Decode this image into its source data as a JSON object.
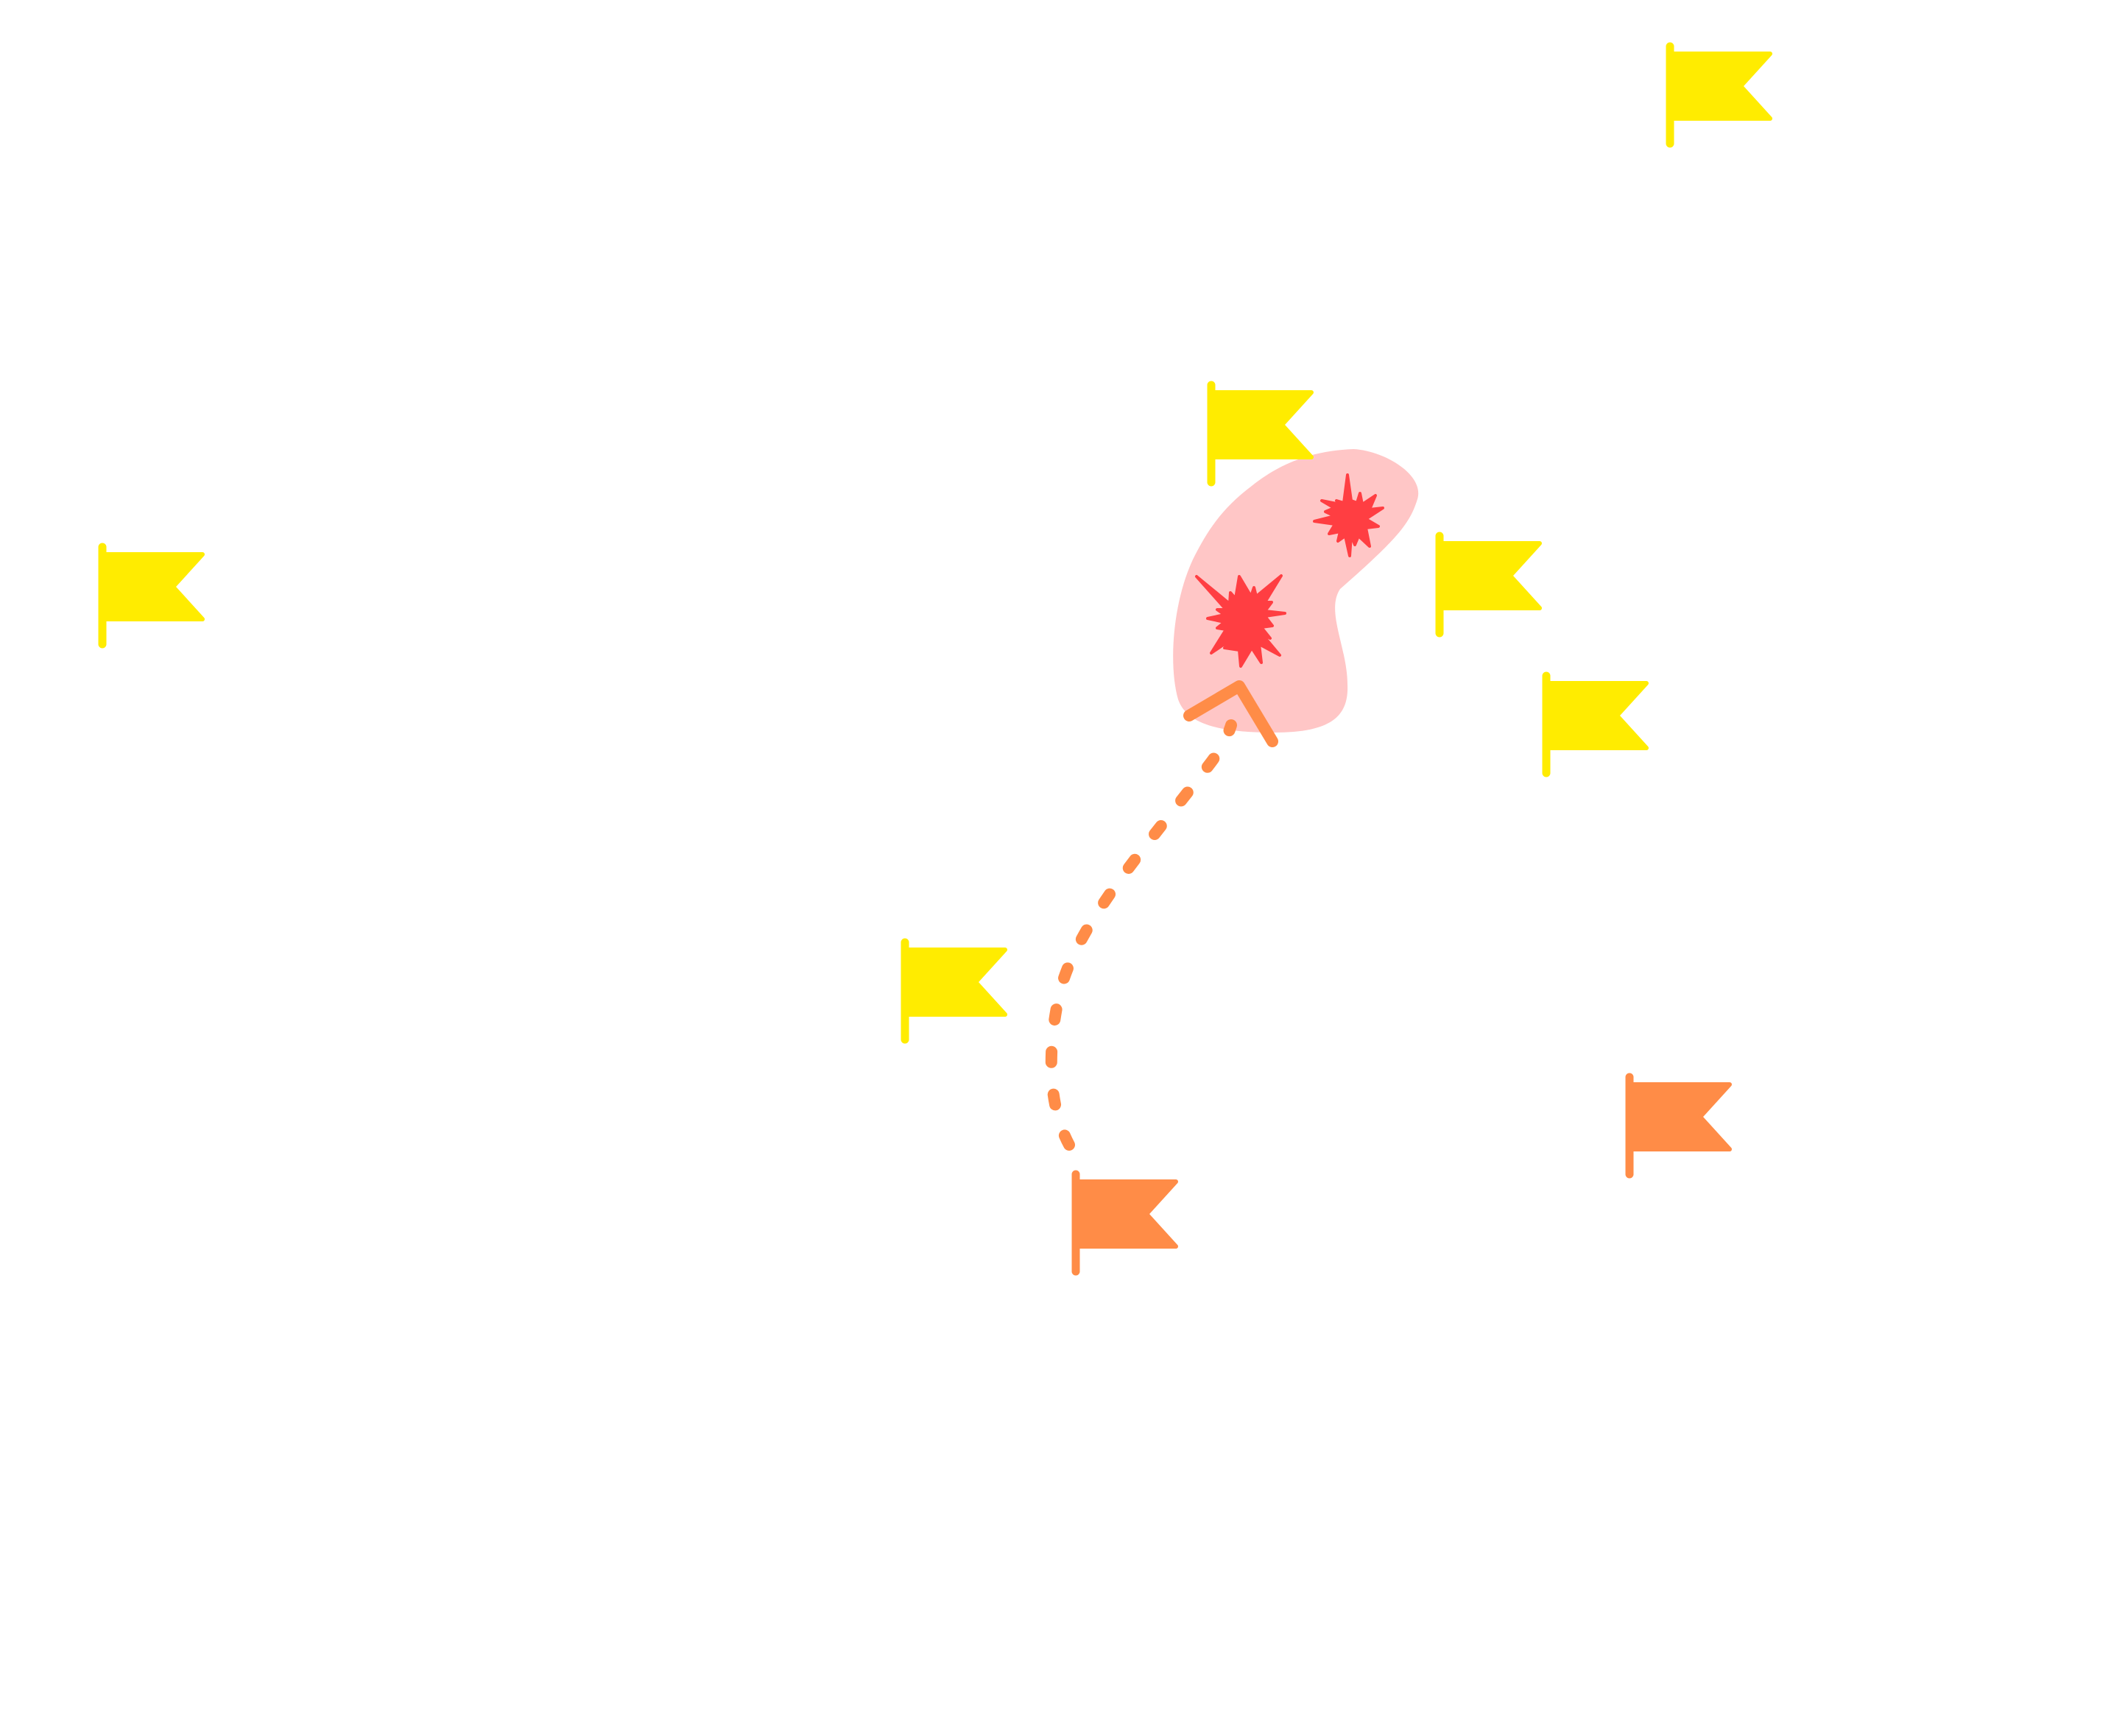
{
  "colors": {
    "background": "#ffffff",
    "friendly_flag": "#ffec00",
    "own_flag": "#ff8c47",
    "objective_area": "#ffc6c6",
    "explosion": "#ff3e42",
    "route": "#ff8c47"
  },
  "legend_symbols": {
    "friendly_flag": "flag-icon",
    "own_flag": "flag-icon",
    "explosion": "explosion-icon",
    "route_arrow": "arrow-icon"
  },
  "flags": [
    {
      "id": "friendly-1",
      "type": "friendly"
    },
    {
      "id": "friendly-2",
      "type": "friendly"
    },
    {
      "id": "friendly-3",
      "type": "friendly"
    },
    {
      "id": "friendly-4",
      "type": "friendly"
    },
    {
      "id": "friendly-5",
      "type": "friendly"
    },
    {
      "id": "friendly-6",
      "type": "friendly"
    },
    {
      "id": "own-1",
      "type": "own"
    },
    {
      "id": "own-2",
      "type": "own"
    }
  ],
  "explosions": [
    {
      "id": "explosion-1"
    },
    {
      "id": "explosion-2"
    }
  ]
}
